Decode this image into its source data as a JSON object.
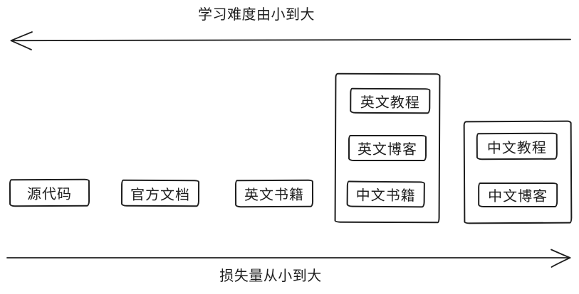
{
  "diagram": {
    "arrows": {
      "top": {
        "label": "学习难度由小到大",
        "direction": "left"
      },
      "bottom": {
        "label": "损失量从小到大",
        "direction": "right"
      }
    },
    "standalone_boxes": [
      {
        "label": "源代码"
      },
      {
        "label": "官方文档"
      },
      {
        "label": "英文书籍"
      }
    ],
    "groups": [
      {
        "items": [
          {
            "label": "英文教程"
          },
          {
            "label": "英文博客"
          },
          {
            "label": "中文书籍"
          }
        ]
      },
      {
        "items": [
          {
            "label": "中文教程"
          },
          {
            "label": "中文博客"
          }
        ]
      }
    ],
    "colors": {
      "stroke": "#1e1e1e",
      "background": "#ffffff"
    }
  }
}
